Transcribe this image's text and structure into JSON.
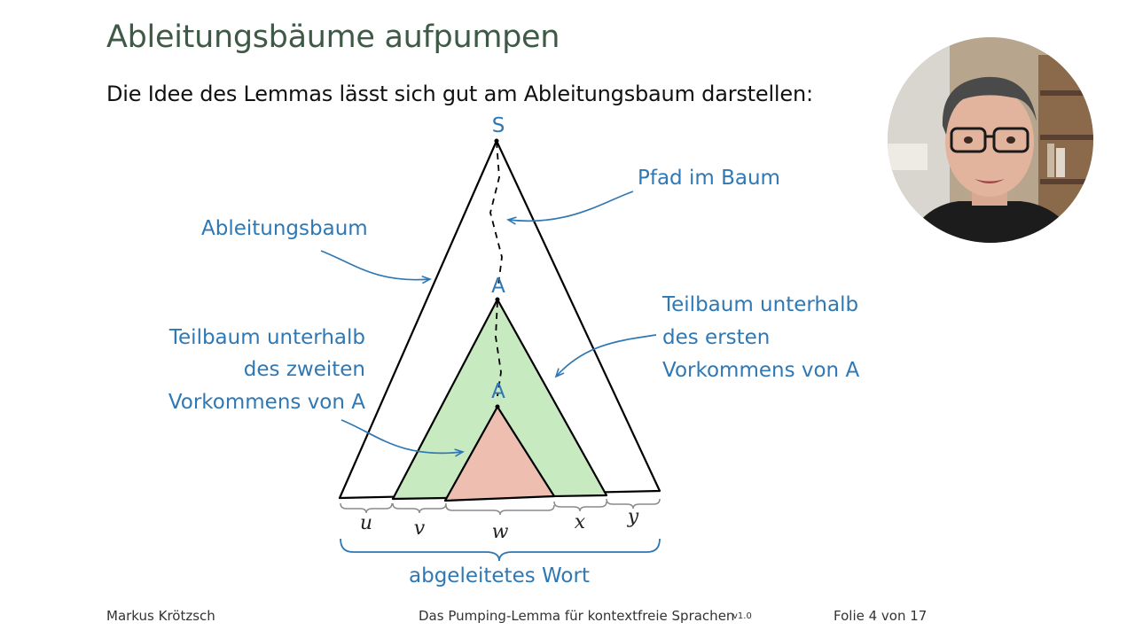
{
  "slide": {
    "title": "Ableitungsbäume aufpumpen",
    "intro": "Die Idee des Lemmas lässt sich gut am Ableitungsbaum darstellen:"
  },
  "diagram": {
    "root": "S",
    "node_upper": "A",
    "node_lower": "A",
    "label_path": "Pfad im Baum",
    "label_tree": "Ableitungsbaum",
    "label_subtree_first": [
      "Teilbaum unterhalb",
      "des ersten",
      "Vorkommens von A"
    ],
    "label_subtree_second": [
      "Teilbaum unterhalb",
      "des zweiten",
      "Vorkommens von A"
    ],
    "parts": [
      "u",
      "v",
      "w",
      "x",
      "y"
    ],
    "word_label": "abgeleitetes Wort",
    "colors": {
      "annotation": "#2f78b4",
      "outer_fill": "#ffffff",
      "middle_fill": "#c8eac0",
      "inner_fill": "#eebfb1"
    }
  },
  "footer": {
    "author": "Markus Krötzsch",
    "course": "Das Pumping-Lemma für kontextfreie Sprachen",
    "version": "v1.0",
    "pages": "Folie 4 von 17"
  },
  "webcam": {
    "icon": "presenter-webcam-icon"
  }
}
